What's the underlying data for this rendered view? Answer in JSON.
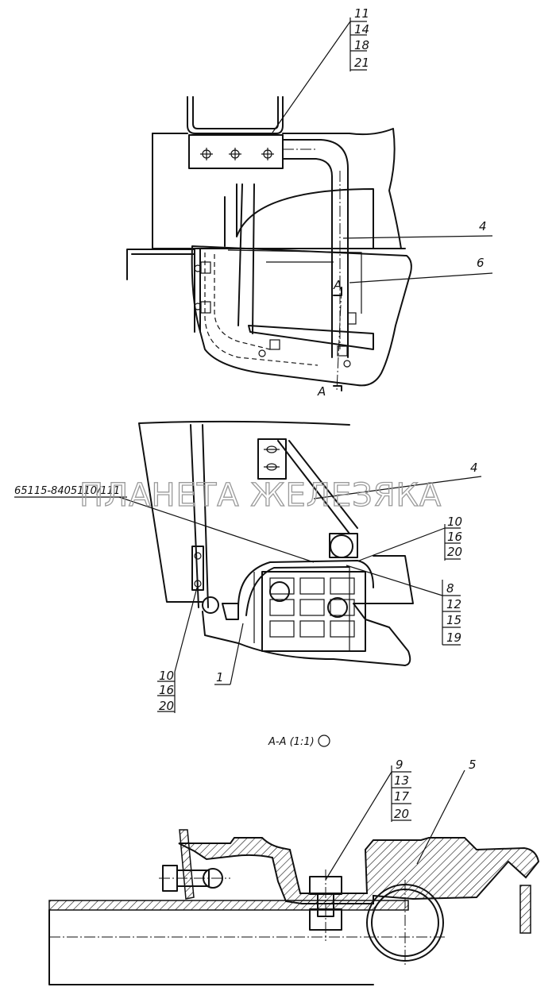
{
  "watermark": "ПЛАНЕТА ЖЕЛЕЗЯКА",
  "view_top": {
    "label_group_top": [
      "11",
      "14",
      "18",
      "21"
    ],
    "callout_4": "4",
    "callout_6": "6",
    "section_mark_upper": "A",
    "section_mark_lower": "A"
  },
  "view_middle": {
    "part_number": "65115-8405110/111",
    "callout_4": "4",
    "group_right_top": [
      "10",
      "16",
      "20"
    ],
    "group_right_bottom": [
      "8",
      "12",
      "15",
      "19"
    ],
    "group_left": [
      "10",
      "16",
      "20"
    ],
    "callout_1": "1"
  },
  "section_view": {
    "title": "А-А (1:1)",
    "group_bolt": [
      "9",
      "13",
      "17",
      "20"
    ],
    "callout_5": "5"
  }
}
